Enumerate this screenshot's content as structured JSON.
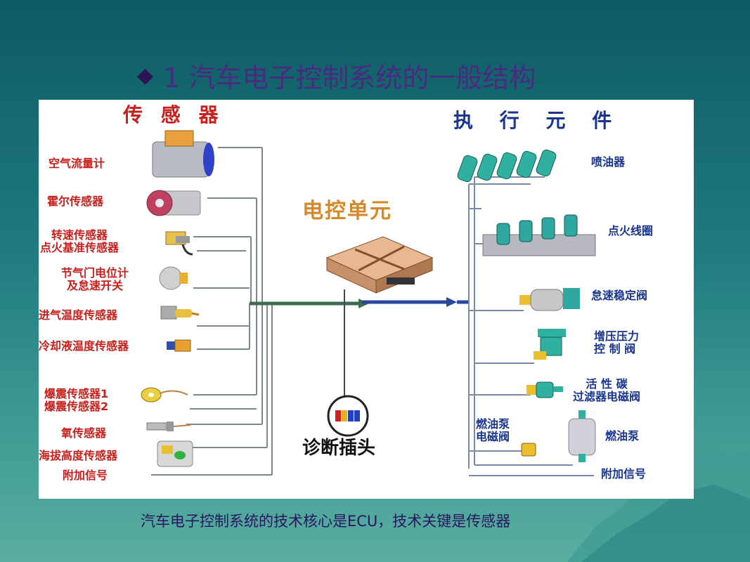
{
  "title": {
    "bullet": "◆",
    "text": "1 汽车电子控制系统的一般结构"
  },
  "diagram": {
    "sensors_header": "传 感 器",
    "actuators_header": "执 行 元 件",
    "ecu_label": "电控单元",
    "diag_label": "诊断插头",
    "sensors": [
      {
        "text": "空气流量计",
        "icon": "air-flow-meter-icon"
      },
      {
        "text": "霍尔传感器",
        "icon": "hall-sensor-icon"
      },
      {
        "text": "转速传感器\n点火基准传感器",
        "icon": "speed-sensor-icon"
      },
      {
        "text": "节气门电位计\n及怠速开关",
        "icon": "throttle-position-sensor-icon"
      },
      {
        "text": "进气温度传感器",
        "icon": "intake-temp-sensor-icon"
      },
      {
        "text": "冷却液温度传感器",
        "icon": "coolant-temp-sensor-icon"
      },
      {
        "text": "爆震传感器1\n爆震传感器2",
        "icon": "knock-sensor-icon"
      },
      {
        "text": "氧传感器",
        "icon": "oxygen-sensor-icon"
      },
      {
        "text": "海拔高度传感器",
        "icon": "altitude-sensor-icon"
      },
      {
        "text": "附加信号",
        "icon": ""
      }
    ],
    "actuators": [
      {
        "text": "喷油器",
        "icon": "fuel-injector-icon"
      },
      {
        "text": "点火线圈",
        "icon": "ignition-coil-icon"
      },
      {
        "text": "怠速稳定阀",
        "icon": "idle-valve-icon"
      },
      {
        "text": "增压压力\n控 制 阀",
        "icon": "boost-valve-icon"
      },
      {
        "text": "活 性 碳\n过滤器电磁阀",
        "icon": "carbon-canister-valve-icon"
      },
      {
        "text": "燃油泵\n电磁阀",
        "icon": "fuel-pump-relay-icon"
      },
      {
        "text": "燃油泵",
        "icon": "fuel-pump-icon"
      },
      {
        "text": "附加信号",
        "icon": ""
      }
    ]
  },
  "caption": "汽车电子控制系统的技术核心是ECU，技术关键是传感器",
  "colors": {
    "sensor_text": "#c8201c",
    "actuator_text": "#1a3590",
    "wire_left": "#3f6b55",
    "wire_right": "#2848a0"
  }
}
